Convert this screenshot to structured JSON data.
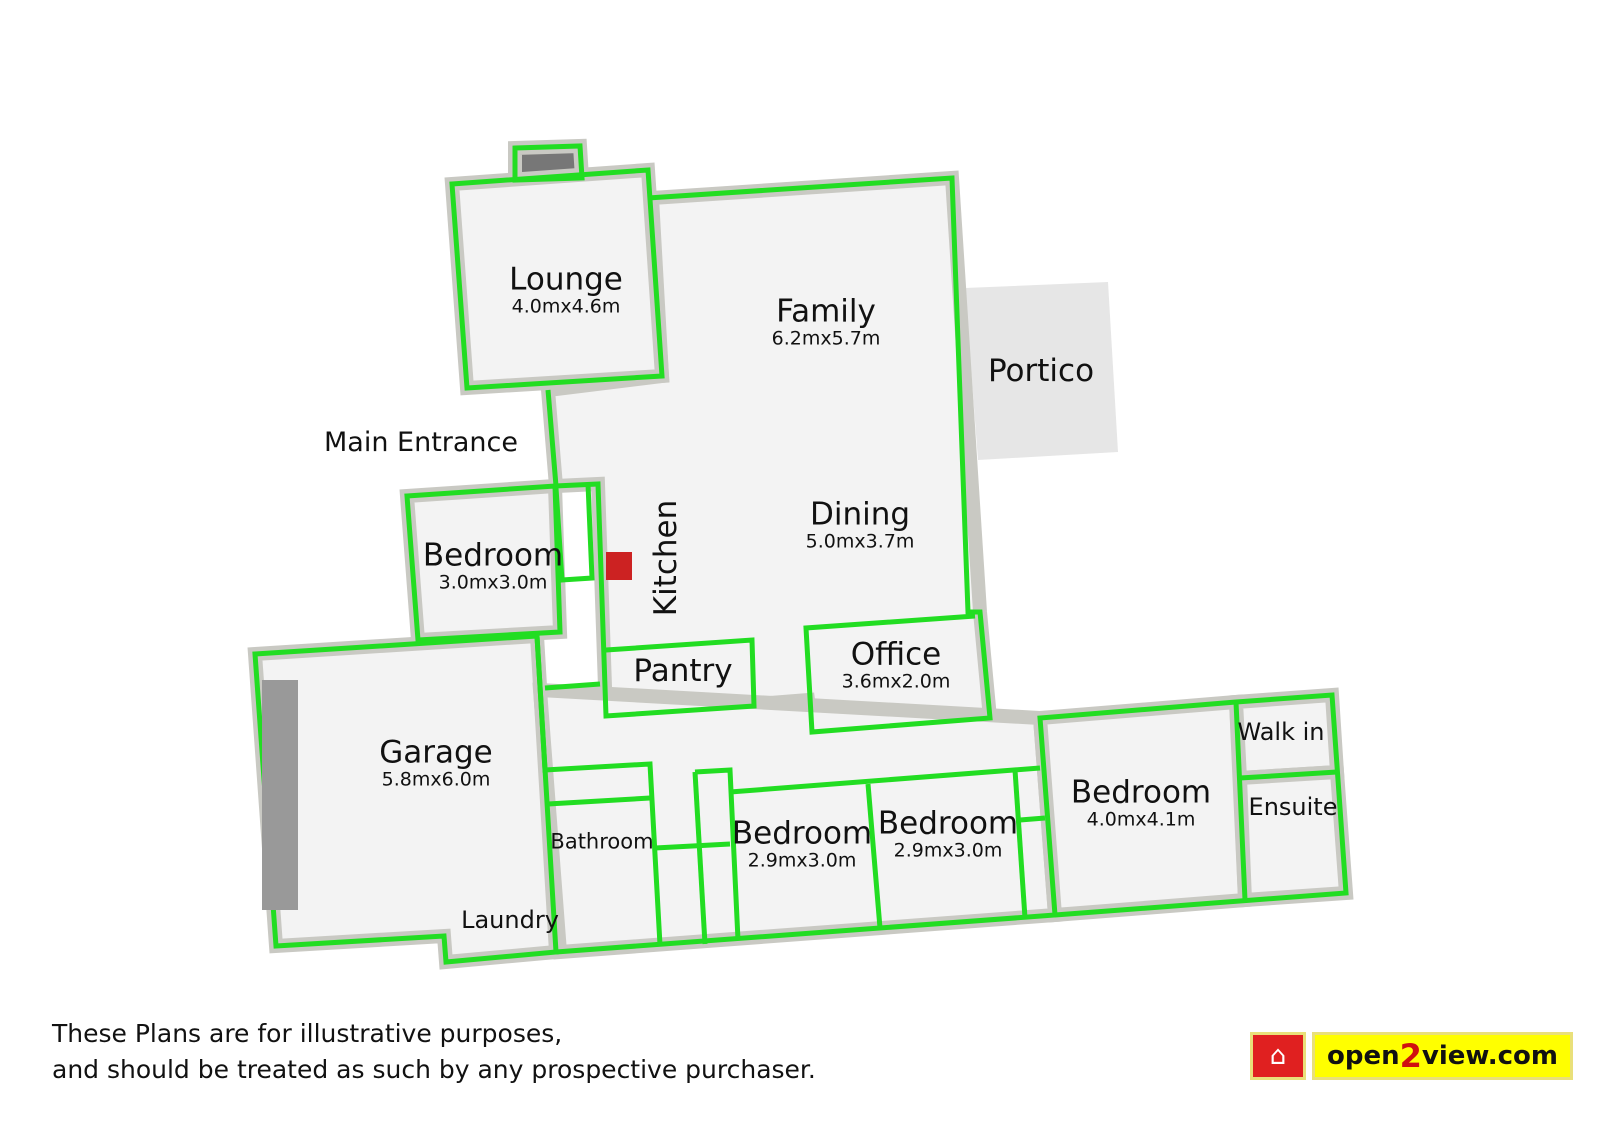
{
  "rooms": {
    "lounge": {
      "name": "Lounge",
      "dims": "4.0mx4.6m"
    },
    "family": {
      "name": "Family",
      "dims": "6.2mx5.7m"
    },
    "portico": {
      "name": "Portico"
    },
    "main_entrance": {
      "name": "Main Entrance"
    },
    "dining": {
      "name": "Dining",
      "dims": "5.0mx3.7m"
    },
    "kitchen": {
      "name": "Kitchen"
    },
    "bedroom_left": {
      "name": "Bedroom",
      "dims": "3.0mx3.0m"
    },
    "pantry": {
      "name": "Pantry"
    },
    "office": {
      "name": "Office",
      "dims": "3.6mx2.0m"
    },
    "garage": {
      "name": "Garage",
      "dims": "5.8mx6.0m"
    },
    "laundry": {
      "name": "Laundry"
    },
    "bathroom": {
      "name": "Bathroom"
    },
    "bedroom_2": {
      "name": "Bedroom",
      "dims": "2.9mx3.0m"
    },
    "bedroom_3": {
      "name": "Bedroom",
      "dims": "2.9mx3.0m"
    },
    "bedroom_master": {
      "name": "Bedroom",
      "dims": "4.0mx4.1m"
    },
    "walk_in": {
      "name": "Walk in"
    },
    "ensuite": {
      "name": "Ensuite"
    }
  },
  "disclaimer": {
    "line1": "These Plans are for illustrative purposes,",
    "line2": "and should be treated as such by any prospective purchaser."
  },
  "logo": {
    "pre": "open",
    "two": "2",
    "post": "view.com"
  },
  "colors": {
    "wall_outline": "#22dd22",
    "floor": "#f2f2f2",
    "wall": "#c9c9c3"
  }
}
